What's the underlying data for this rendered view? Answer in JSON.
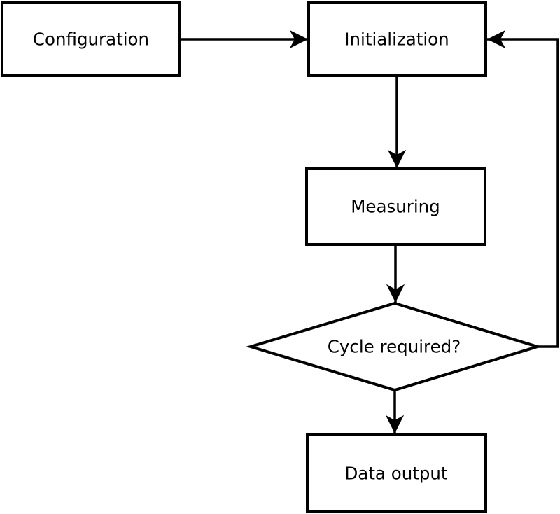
{
  "flowchart": {
    "colors": {
      "background": "#ffffff",
      "stroke": "#000000",
      "node_fill": "#ffffff",
      "text": "#000000"
    },
    "nodes": {
      "configuration": {
        "label": "Configuration",
        "shape": "rectangle"
      },
      "initialization": {
        "label": "Initialization",
        "shape": "rectangle"
      },
      "measuring": {
        "label": "Measuring",
        "shape": "rectangle"
      },
      "cycle_required": {
        "label": "Cycle required?",
        "shape": "diamond"
      },
      "data_output": {
        "label": "Data output",
        "shape": "rectangle"
      }
    },
    "edges": [
      {
        "from": "configuration",
        "to": "initialization",
        "style": "arrow-right"
      },
      {
        "from": "initialization",
        "to": "measuring",
        "style": "arrow-down"
      },
      {
        "from": "measuring",
        "to": "cycle_required",
        "style": "arrow-down"
      },
      {
        "from": "cycle_required",
        "to": "data_output",
        "style": "arrow-down"
      },
      {
        "from": "cycle_required",
        "to": "initialization",
        "style": "feedback-loop-right"
      }
    ]
  }
}
